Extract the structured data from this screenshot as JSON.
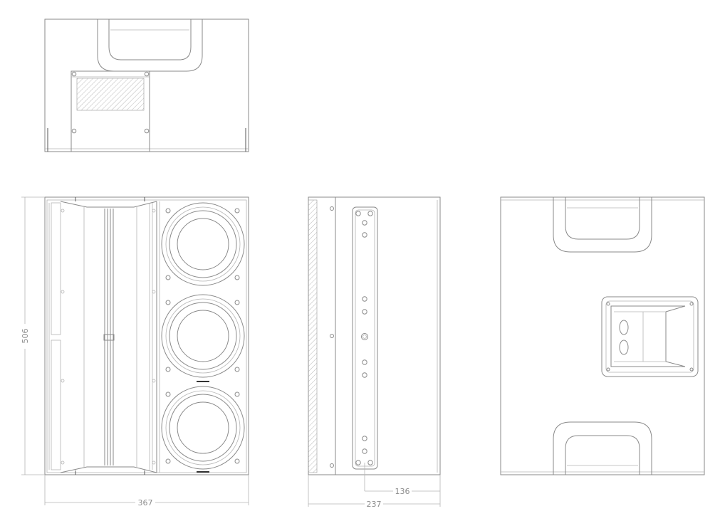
{
  "colors": {
    "line": "#8a8a8a",
    "background": "#ffffff"
  },
  "dimensions": {
    "height": "506",
    "width": "367",
    "depth": "237",
    "rail_offset": "136"
  }
}
